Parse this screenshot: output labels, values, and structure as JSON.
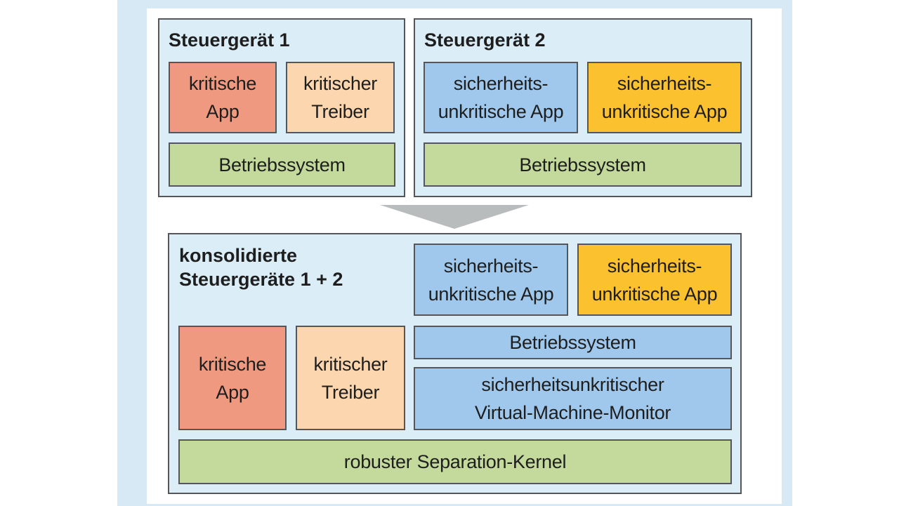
{
  "ecu1": {
    "title": "Steuergerät 1",
    "critical_app": "kritische\nApp",
    "critical_driver": "kritischer\nTreiber",
    "os": "Betriebssystem"
  },
  "ecu2": {
    "title": "Steuergerät 2",
    "app_blue": "sicherheits-\nunkritische App",
    "app_yellow": "sicherheits-\nunkritische App",
    "os": "Betriebssystem"
  },
  "consolidated": {
    "title": "konsolidierte\nSteuergeräte 1 + 2",
    "app_blue": "sicherheits-\nunkritische App",
    "app_yellow": "sicherheits-\nunkritische App",
    "critical_app": "kritische\nApp",
    "critical_driver": "kritischer\nTreiber",
    "os": "Betriebssystem",
    "vmm": "sicherheitsunkritischer\nVirtual-Machine-Monitor",
    "kernel": "robuster Separation-Kernel"
  },
  "colors": {
    "critical": "#ef9a80",
    "driver": "#fcd6ae",
    "blue": "#9fc8ec",
    "yellow": "#fbc12e",
    "green": "#c4da9c",
    "panel": "#dbeef7",
    "frame": "#d6e9f4"
  }
}
